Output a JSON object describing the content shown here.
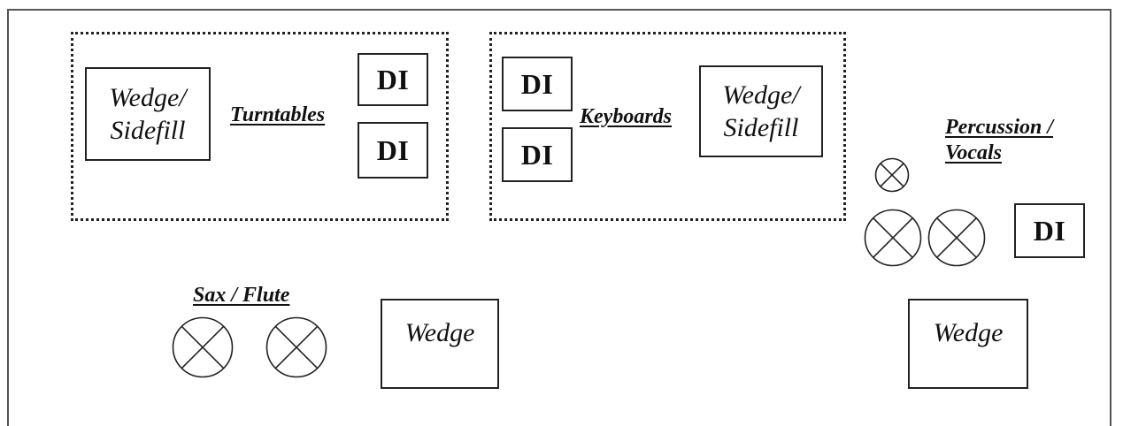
{
  "groups": {
    "turntables": {
      "label": "Turntables",
      "wedge_label": "Wedge/\nSidefill",
      "di_top": "DI",
      "di_bottom": "DI"
    },
    "keyboards": {
      "label": "Keyboards",
      "wedge_label": "Wedge/\nSidefill",
      "di_top": "DI",
      "di_bottom": "DI"
    },
    "percussion_vocals": {
      "label": "Percussion /\n Vocals",
      "di": "DI",
      "wedge_label": "Wedge"
    },
    "sax_flute": {
      "label": "Sax / Flute",
      "wedge_label": "Wedge"
    }
  },
  "icons": {
    "microphone": "mic-circle-x-icon"
  },
  "colors": {
    "line": "#222222",
    "background": "#ffffff"
  }
}
